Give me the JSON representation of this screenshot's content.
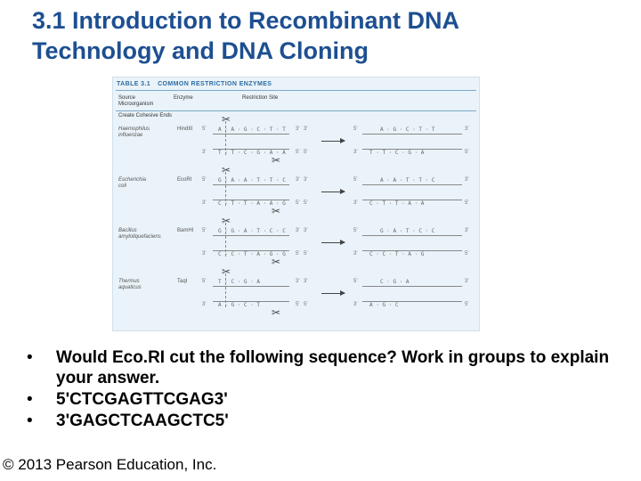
{
  "slide": {
    "title_line1": "3.1  Introduction to Recombinant DNA",
    "title_line2": "Technology and DNA Cloning",
    "footer": "© 2013 Pearson Education, Inc."
  },
  "figure": {
    "table_label": "TABLE 3.1",
    "table_title": "COMMON RESTRICTION ENZYMES",
    "col_source_1": "Source",
    "col_source_2": "Microorganism",
    "col_enzyme": "Enzyme",
    "col_site": "Restriction Site",
    "subhead": "Create Cohesive Ends",
    "rows": [
      {
        "source_1": "Haemophilus",
        "source_2": "influenzae",
        "enzyme": "HindIII",
        "top": "A · A · G · C · T · T",
        "bottom": "T · T · C · G · A · A",
        "prod_top_right": "A · G · C · T · T",
        "prod_bottom_left": "T · T · C · G · A"
      },
      {
        "source_1": "Escherichia",
        "source_2": "coli",
        "enzyme": "EcoRI",
        "top": "G · A · A · T · T · C",
        "bottom": "C · T · T · A · A · G",
        "prod_top_right": "A · A · T · T · C",
        "prod_bottom_left": "C · T · T · A · A"
      },
      {
        "source_1": "Bacillus",
        "source_2": "amyloliquefaciens",
        "enzyme": "BamHI",
        "top": "G · G · A · T · C · C",
        "bottom": "C · C · T · A · G · G",
        "prod_top_right": "G · A · T · C · C",
        "prod_bottom_left": "C · C · T · A · G"
      },
      {
        "source_1": "Thermus",
        "source_2": "aquaticus",
        "enzyme": "TaqI",
        "top": "T · C · G · A",
        "bottom": "A · G · C · T",
        "prod_top_right": "C · G · A",
        "prod_bottom_left": "A · G · C"
      }
    ],
    "end5": "5'",
    "end3": "3'"
  },
  "bullets": [
    "Would Eco.RI cut the following sequence? Work in groups to explain your answer.",
    "5'CTCGAGTTCGAG3'",
    "3'GAGCTCAAGCTC5'"
  ],
  "bullet_char": "•"
}
